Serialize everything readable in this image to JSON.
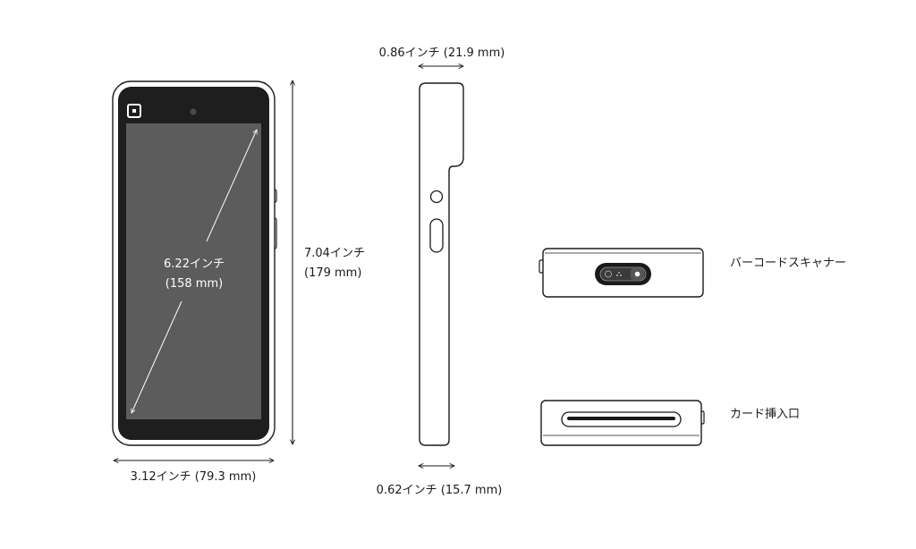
{
  "labels": {
    "depth_top": "0.86インチ (21.9 mm)",
    "depth_bottom": "0.62インチ (15.7 mm)",
    "width": "3.12インチ (79.3 mm)",
    "height_line1": "7.04インチ",
    "height_line2": "(179 mm)",
    "screen_line1": "6.22インチ",
    "screen_line2": "(158 mm)",
    "barcode_scanner": "バーコードスキャナー",
    "card_slot": "カード挿入口"
  },
  "icons": {
    "logo": "square-logo-icon",
    "camera": "front-camera-icon",
    "scanner": "scanner-window-icon"
  },
  "colors": {
    "outline": "#1a1a1a",
    "bezel": "#1e1e1e",
    "screen": "#5c5c5c",
    "paper": "#ffffff"
  }
}
